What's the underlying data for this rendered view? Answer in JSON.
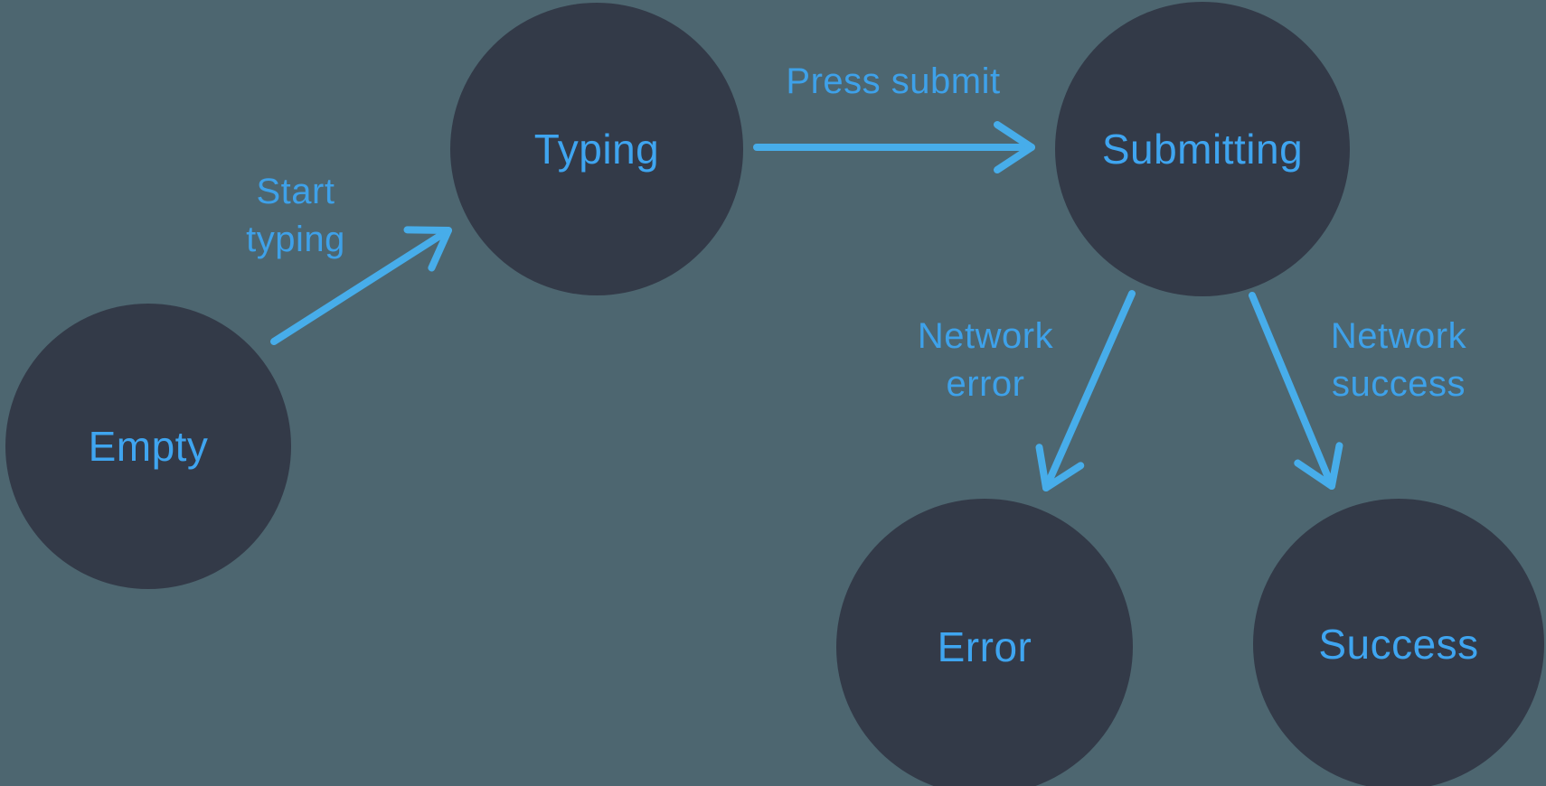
{
  "diagram": {
    "type": "state-machine",
    "background_color": "#4D6670",
    "node_fill_color": "#333A48",
    "node_label_color": "#3FA5F0",
    "edge_color": "#47ADEA",
    "edge_label_color": "#3EA1E9",
    "nodes": [
      {
        "id": "empty",
        "label": "Empty"
      },
      {
        "id": "typing",
        "label": "Typing"
      },
      {
        "id": "submitting",
        "label": "Submitting"
      },
      {
        "id": "error",
        "label": "Error"
      },
      {
        "id": "success",
        "label": "Success"
      }
    ],
    "edges": [
      {
        "from": "empty",
        "to": "typing",
        "label": "Start typing"
      },
      {
        "from": "typing",
        "to": "submitting",
        "label": "Press submit"
      },
      {
        "from": "submitting",
        "to": "error",
        "label": "Network error"
      },
      {
        "from": "submitting",
        "to": "success",
        "label": "Network success"
      }
    ]
  }
}
